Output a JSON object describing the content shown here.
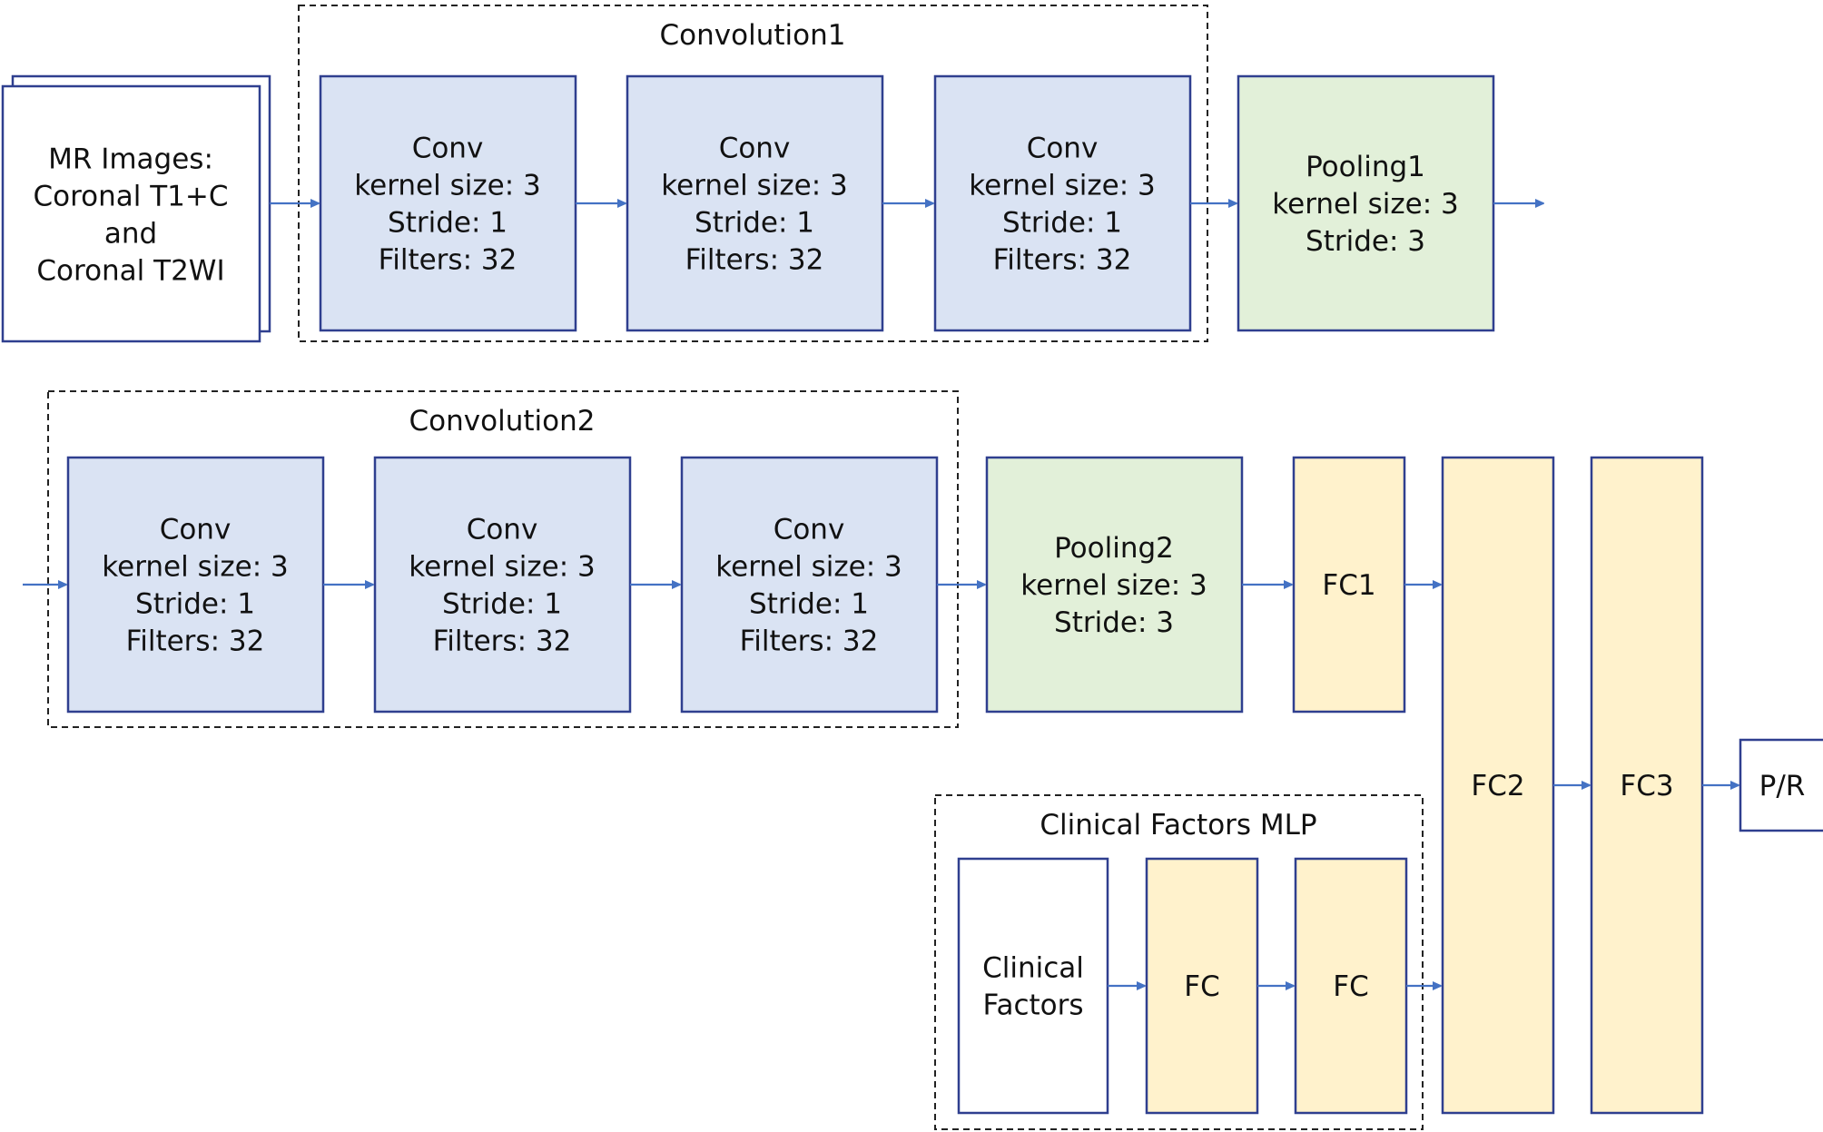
{
  "colors": {
    "conv_fill": "#dae3f3",
    "pool_fill": "#e2f0d9",
    "fc_fill": "#fff2cc",
    "plain_fill": "#ffffff",
    "box_stroke": "#2f3f8f",
    "arrow": "#4472c4",
    "group_border": "#222222"
  },
  "groups": {
    "convolution1": {
      "title": "Convolution1"
    },
    "convolution2": {
      "title": "Convolution2"
    },
    "clinical_mlp": {
      "title": "Clinical Factors MLP"
    }
  },
  "nodes": {
    "mr_images": {
      "lines": [
        "MR Images:",
        "Coronal T1+C",
        "and",
        "Coronal T2WI"
      ]
    },
    "conv1_1": {
      "lines": [
        "Conv",
        "kernel size: 3",
        "Stride: 1",
        "Filters: 32"
      ]
    },
    "conv1_2": {
      "lines": [
        "Conv",
        "kernel size: 3",
        "Stride: 1",
        "Filters: 32"
      ]
    },
    "conv1_3": {
      "lines": [
        "Conv",
        "kernel size: 3",
        "Stride: 1",
        "Filters: 32"
      ]
    },
    "pooling1": {
      "lines": [
        "Pooling1",
        "kernel size: 3",
        "Stride: 3"
      ]
    },
    "conv2_1": {
      "lines": [
        "Conv",
        "kernel size: 3",
        "Stride: 1",
        "Filters: 32"
      ]
    },
    "conv2_2": {
      "lines": [
        "Conv",
        "kernel size: 3",
        "Stride: 1",
        "Filters: 32"
      ]
    },
    "conv2_3": {
      "lines": [
        "Conv",
        "kernel size: 3",
        "Stride: 1",
        "Filters: 32"
      ]
    },
    "pooling2": {
      "lines": [
        "Pooling2",
        "kernel size: 3",
        "Stride: 3"
      ]
    },
    "fc1": {
      "lines": [
        "FC1"
      ]
    },
    "fc2": {
      "lines": [
        "FC2"
      ]
    },
    "fc3": {
      "lines": [
        "FC3"
      ]
    },
    "output": {
      "lines": [
        "P/R"
      ]
    },
    "clinical_factors": {
      "lines": [
        "Clinical",
        "Factors"
      ]
    },
    "clinical_fc_a": {
      "lines": [
        "FC"
      ]
    },
    "clinical_fc_b": {
      "lines": [
        "FC"
      ]
    }
  }
}
